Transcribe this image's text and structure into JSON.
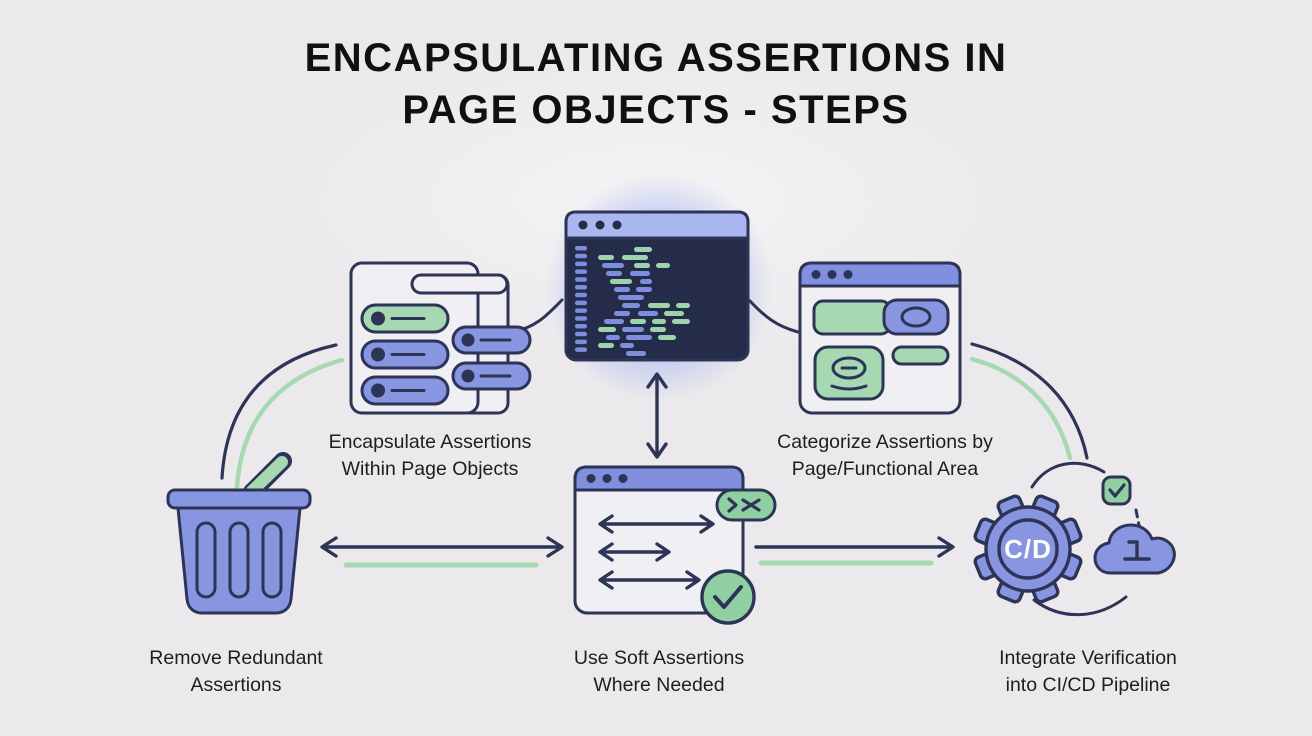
{
  "title": {
    "line1": "ENCAPSULATING ASSERTIONS IN",
    "line2": "PAGE OBJECTS - STEPS"
  },
  "steps": [
    {
      "id": "encapsulate",
      "icon": "page-objects-card-icon",
      "label": "Encapsulate Assertions\nWithin Page Objects"
    },
    {
      "id": "categorize",
      "icon": "categorized-browser-icon",
      "label": "Categorize Assertions by\nPage/Functional Area"
    },
    {
      "id": "remove-redundant",
      "icon": "trash-icon",
      "label": "Remove Redundant\nAssertions"
    },
    {
      "id": "soft-assertions",
      "icon": "browser-double-arrows-icon",
      "label": "Use Soft Assertions\nWhere Needed"
    },
    {
      "id": "integrate-cicd",
      "icon": "gear-cloud-icon",
      "label": "Integrate Verification\ninto CI/CD Pipeline",
      "gear_text": "C/D"
    }
  ],
  "center_icon": "code-editor-icon",
  "colors": {
    "background": "#ebe9ec",
    "navy": "#2d3456",
    "blue": "#8895e0",
    "periwinkle": "#a9b6ef",
    "titlebar_blue": "#8090de",
    "green": "#a6d9b2",
    "green_dark": "#8fcfa2",
    "editor_bg": "#252c49",
    "card_bg": "#f0eff3",
    "glow": "#b0bdf2",
    "text": "#1e1e20",
    "code_blue": "#7e8ede",
    "code_green": "#9cd4ab",
    "gear_label_color": "#ffffff"
  }
}
